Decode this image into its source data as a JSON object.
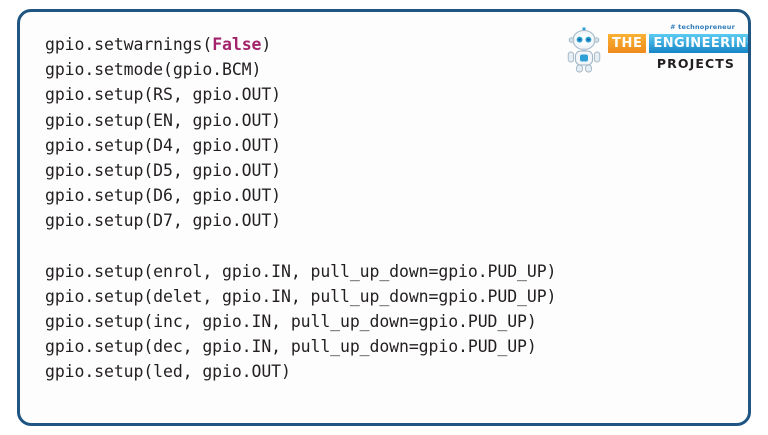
{
  "logo": {
    "tagline": "# technopreneur",
    "word_the": "THE",
    "word_engineering": "ENGINEERING",
    "word_projects": "PROJECTS",
    "mascot": "robot-mascot-icon",
    "colors": {
      "the_block": "#f5a623",
      "engineering_block": "#1f93d1",
      "tagline_text": "#2b7bbd",
      "projects_text": "#231f20"
    }
  },
  "frame": {
    "border_color": "#1f5582",
    "background": "#fdfdfd"
  },
  "code": {
    "language": "python",
    "text_color": "#231f20",
    "keyword_color": "#a4246b",
    "lines": [
      {
        "id": "line-1",
        "pre": "gpio.setwarnings(",
        "kw": "False",
        "post": ")"
      },
      {
        "id": "line-2",
        "pre": "gpio.setmode(gpio.BCM)",
        "kw": "",
        "post": ""
      },
      {
        "id": "line-3",
        "pre": "gpio.setup(RS, gpio.OUT)",
        "kw": "",
        "post": ""
      },
      {
        "id": "line-4",
        "pre": "gpio.setup(EN, gpio.OUT)",
        "kw": "",
        "post": ""
      },
      {
        "id": "line-5",
        "pre": "gpio.setup(D4, gpio.OUT)",
        "kw": "",
        "post": ""
      },
      {
        "id": "line-6",
        "pre": "gpio.setup(D5, gpio.OUT)",
        "kw": "",
        "post": ""
      },
      {
        "id": "line-7",
        "pre": "gpio.setup(D6, gpio.OUT)",
        "kw": "",
        "post": ""
      },
      {
        "id": "line-8",
        "pre": "gpio.setup(D7, gpio.OUT)",
        "kw": "",
        "post": ""
      },
      {
        "id": "line-9",
        "pre": "",
        "kw": "",
        "post": ""
      },
      {
        "id": "line-10",
        "pre": "gpio.setup(enrol, gpio.IN, pull_up_down=gpio.PUD_UP)",
        "kw": "",
        "post": ""
      },
      {
        "id": "line-11",
        "pre": "gpio.setup(delet, gpio.IN, pull_up_down=gpio.PUD_UP)",
        "kw": "",
        "post": ""
      },
      {
        "id": "line-12",
        "pre": "gpio.setup(inc, gpio.IN, pull_up_down=gpio.PUD_UP)",
        "kw": "",
        "post": ""
      },
      {
        "id": "line-13",
        "pre": "gpio.setup(dec, gpio.IN, pull_up_down=gpio.PUD_UP)",
        "kw": "",
        "post": ""
      },
      {
        "id": "line-14",
        "pre": "gpio.setup(led, gpio.OUT)",
        "kw": "",
        "post": ""
      }
    ]
  }
}
